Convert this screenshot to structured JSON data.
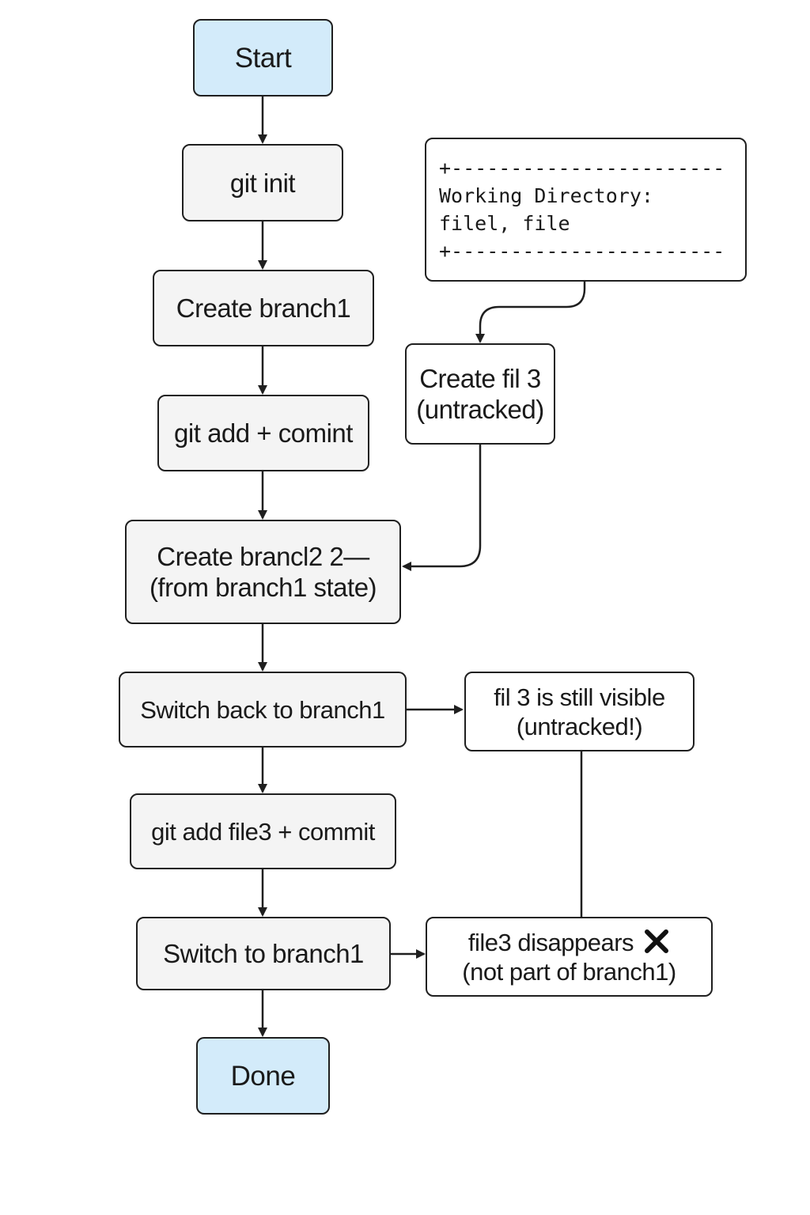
{
  "nodes": {
    "start": {
      "label": "Start"
    },
    "git_init": {
      "label": "git init"
    },
    "create_branch1": {
      "label": "Create branch1"
    },
    "add_commit": {
      "label": "git add + comint"
    },
    "create_branch2": {
      "line1": "Create brancl2 2—",
      "line2": "(from branch1 state)"
    },
    "switch_back": {
      "label": "Switch back to branch1"
    },
    "add_file3_commit": {
      "label": "git add file3 + commit"
    },
    "switch_to": {
      "label": "Switch to branch1"
    },
    "done": {
      "label": "Done"
    },
    "working_dir": {
      "line1": "+-----------------------",
      "line2": " Working Directory:",
      "line3": " filel, file",
      "line4": "+-----------------------"
    },
    "create_fil3": {
      "line1": "Create fil 3",
      "line2": "(untracked)"
    },
    "still_visible": {
      "line1": "fil 3 is still visible",
      "line2": "(untracked!)"
    },
    "disappears": {
      "line1": "file3 disappears",
      "line2": "(not part of branch1)"
    }
  },
  "icons": {
    "disappears_marker": "cross-mark-icon"
  },
  "colors": {
    "terminal_fill": "#d3ebfa",
    "process_fill": "#f4f4f4",
    "note_fill": "#ffffff",
    "stroke": "#1f1f1f"
  }
}
